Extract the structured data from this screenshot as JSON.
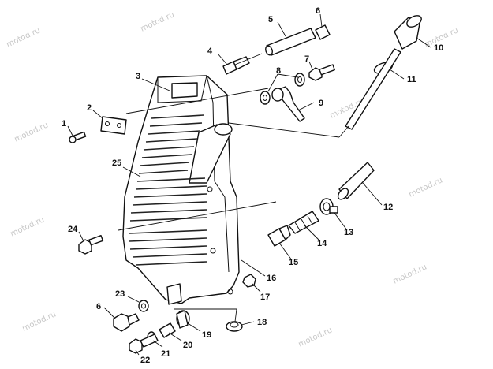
{
  "watermark": "motod.ru",
  "callouts": [
    "1",
    "2",
    "3",
    "4",
    "5",
    "6",
    "7",
    "8",
    "9",
    "10",
    "11",
    "12",
    "13",
    "14",
    "15",
    "16",
    "17",
    "18",
    "19",
    "20",
    "21",
    "22",
    "23",
    "24",
    "25",
    "6"
  ]
}
